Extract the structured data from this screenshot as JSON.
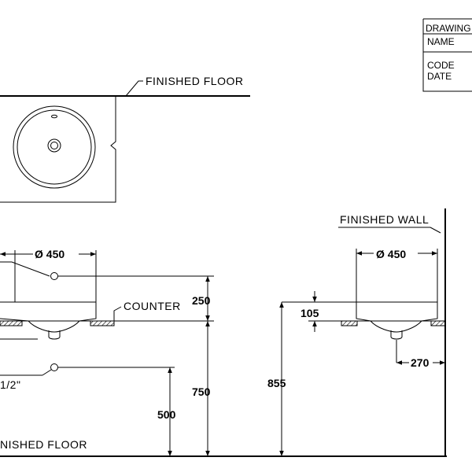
{
  "title_block": {
    "drawing": "DRAWING",
    "name": "NAME",
    "code": "CODE",
    "date": "DATE"
  },
  "labels": {
    "finished_floor_top": "FINISHED FLOOR",
    "finished_wall": "FINISHED WALL",
    "counter": "COUNTER",
    "finished_floor_bottom": "NISHED FLOOR",
    "pipe_size": "1/2\""
  },
  "dimensions": {
    "diameter_left": "Ø 450",
    "diameter_right": "Ø 450",
    "height_250": "250",
    "height_750": "750",
    "height_500": "500",
    "height_855": "855",
    "height_105": "105",
    "depth_270": "270"
  },
  "colors": {
    "line": "#000000",
    "background": "#ffffff"
  }
}
